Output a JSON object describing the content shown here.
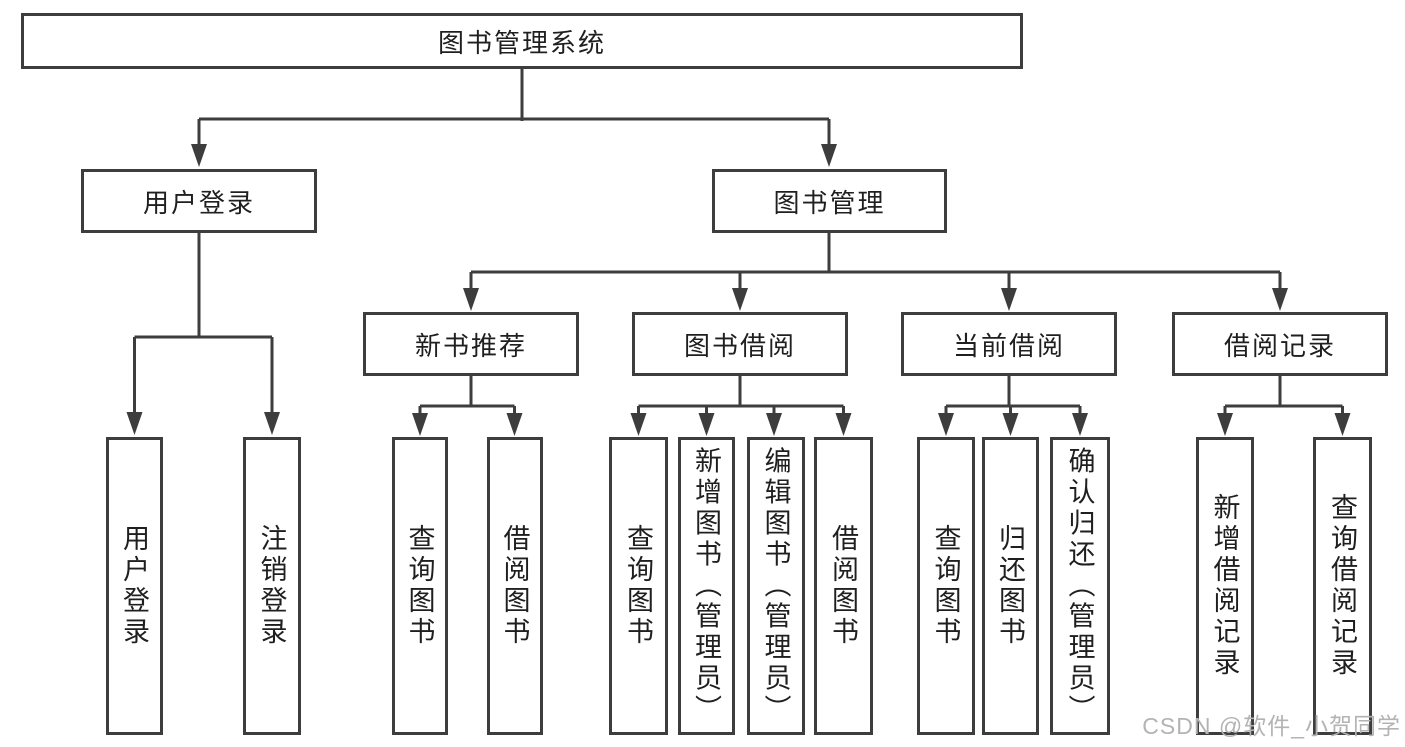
{
  "diagram": {
    "title": "图书管理系统",
    "level2": [
      "用户登录",
      "图书管理"
    ],
    "level3": [
      "新书推荐",
      "图书借阅",
      "当前借阅",
      "借阅记录"
    ],
    "leaves": {
      "user": [
        "用户登录",
        "注销登录"
      ],
      "recommend": [
        "查询图书",
        "借阅图书"
      ],
      "borrow": [
        "查询图书",
        "新增图书（管理员）",
        "编辑图书（管理员）",
        "借阅图书"
      ],
      "current": [
        "查询图书",
        "归还图书",
        "确认归还（管理员）"
      ],
      "records": [
        "新增借阅记录",
        "查询借阅记录"
      ]
    },
    "watermark": "CSDN @软件_小贺同学",
    "colors": {
      "line": "#3d3d3d",
      "text": "#1f1f1f",
      "watermark": "#b3b3b3",
      "background": "#ffffff"
    }
  }
}
